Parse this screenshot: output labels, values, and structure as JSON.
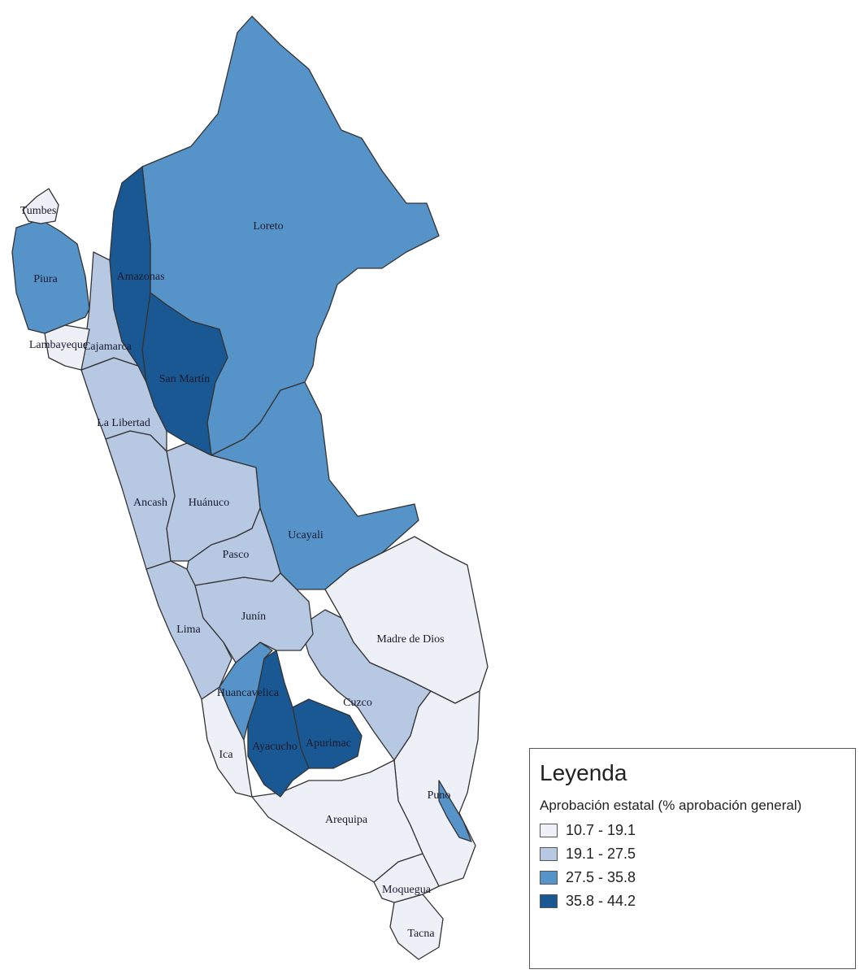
{
  "colors": {
    "c1": "#eef0f7",
    "c2": "#b7c8e3",
    "c3": "#5693c9",
    "c4": "#1a5893"
  },
  "regions": [
    {
      "key": "tumbes",
      "name": "Tumbes",
      "cls": "c1"
    },
    {
      "key": "piura",
      "name": "Piura",
      "cls": "c3"
    },
    {
      "key": "lambayeque",
      "name": "Lambayeque",
      "cls": "c1"
    },
    {
      "key": "cajamarca",
      "name": "Cajamarca",
      "cls": "c2"
    },
    {
      "key": "amazonas",
      "name": "Amazonas",
      "cls": "c4"
    },
    {
      "key": "loreto",
      "name": "Loreto",
      "cls": "c3"
    },
    {
      "key": "sanmartin",
      "name": "San Martín",
      "cls": "c4"
    },
    {
      "key": "lalibertad",
      "name": "La Libertad",
      "cls": "c2"
    },
    {
      "key": "ancash",
      "name": "Ancash",
      "cls": "c2"
    },
    {
      "key": "huanuco",
      "name": "Huánuco",
      "cls": "c2"
    },
    {
      "key": "ucayali",
      "name": "Ucayali",
      "cls": "c3"
    },
    {
      "key": "pasco",
      "name": "Pasco",
      "cls": "c2"
    },
    {
      "key": "lima",
      "name": "Lima",
      "cls": "c2"
    },
    {
      "key": "junin",
      "name": "Junín",
      "cls": "c2"
    },
    {
      "key": "madrededios",
      "name": "Madre de Dios",
      "cls": "c1"
    },
    {
      "key": "huancavelica",
      "name": "Huancavelica",
      "cls": "c3"
    },
    {
      "key": "cuzco",
      "name": "Cuzco",
      "cls": "c2"
    },
    {
      "key": "ica",
      "name": "Ica",
      "cls": "c1"
    },
    {
      "key": "ayacucho",
      "name": "Ayacucho",
      "cls": "c4"
    },
    {
      "key": "apurimac",
      "name": "Apurimac",
      "cls": "c4"
    },
    {
      "key": "arequipa",
      "name": "Arequipa",
      "cls": "c1"
    },
    {
      "key": "puno",
      "name": "Puno",
      "cls": "c1"
    },
    {
      "key": "puno_island",
      "name": "",
      "cls": "c3"
    },
    {
      "key": "moquegua",
      "name": "Moquegua",
      "cls": "c1"
    },
    {
      "key": "tacna",
      "name": "Tacna",
      "cls": "c1"
    }
  ],
  "legend": {
    "title": "Leyenda",
    "subtitle": "Aprobación estatal (% aprobación general)",
    "items": [
      {
        "label": "10.7 - 19.1",
        "cls": "c1"
      },
      {
        "label": "19.1 - 27.5",
        "cls": "c2"
      },
      {
        "label": "27.5 - 35.8",
        "cls": "c3"
      },
      {
        "label": "35.8 - 44.2",
        "cls": "c4"
      }
    ]
  }
}
